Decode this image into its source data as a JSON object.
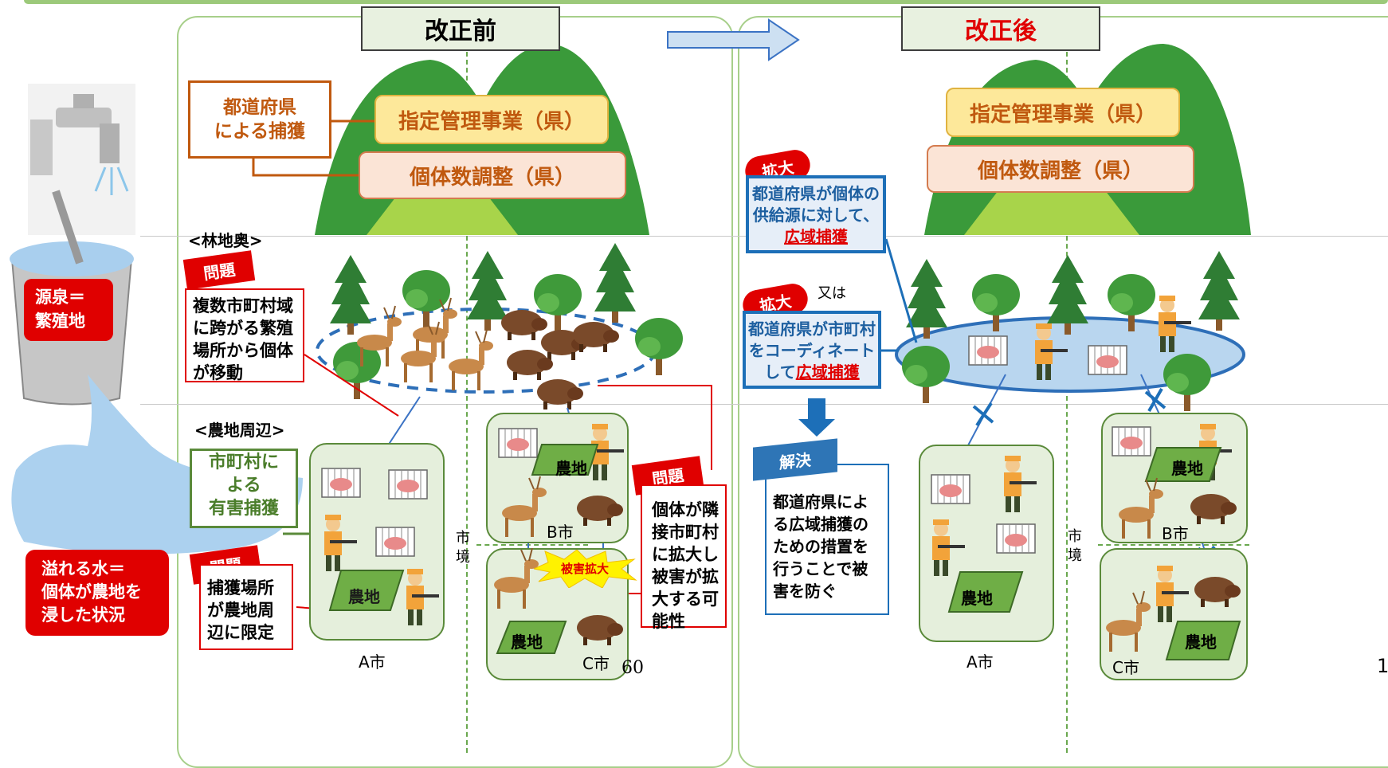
{
  "before": {
    "header": "改正前",
    "pref_capture": "都道府県\nによる捕獲",
    "designated": "指定管理事業（県）",
    "population": "個体数調整（県）",
    "forest_label": "<林地奥>",
    "farm_label": "<農地周辺>",
    "problem_tag": "問題",
    "problem1": "複数市町村域\nに跨がる繁殖\n場所から個体\nが移動",
    "muni_capture": "市町村に\nよる\n有害捕獲",
    "problem2": "捕獲場所\nが農地周\n辺に限定",
    "problem3": "個体が隣\n接市町村\nに拡大し\n被害が拡\n大する可\n能性",
    "damage": "被害拡大",
    "farm": "農地",
    "city_a": "A市",
    "city_b": "B市",
    "city_c": "C市",
    "border": "市\n境"
  },
  "after": {
    "header": "改正後",
    "designated": "指定管理事業（県）",
    "population": "個体数調整（県）",
    "expand_tag": "拡大",
    "expand1_l1": "都道府県が個体の",
    "expand1_l2": "供給源に対して、",
    "expand1_u": "広域捕獲",
    "or": "又は",
    "expand2_l1": "都道府県が市町村",
    "expand2_l2": "をコーディネート",
    "expand2_pre": "して",
    "expand2_u": "広域捕獲",
    "solve_tag": "解決",
    "solve": "都道府県によ\nる広域捕獲の\nための措置を\n行うことで被\n害を防ぐ",
    "farm": "農地",
    "city_a": "A市",
    "city_b": "B市",
    "city_c": "C市",
    "border": "市\n境"
  },
  "left": {
    "source": "源泉＝\n繁殖地",
    "overflow": "溢れる水＝\n個体が農地を\n浸した状況"
  },
  "page_number": "60",
  "corner_number": "1"
}
